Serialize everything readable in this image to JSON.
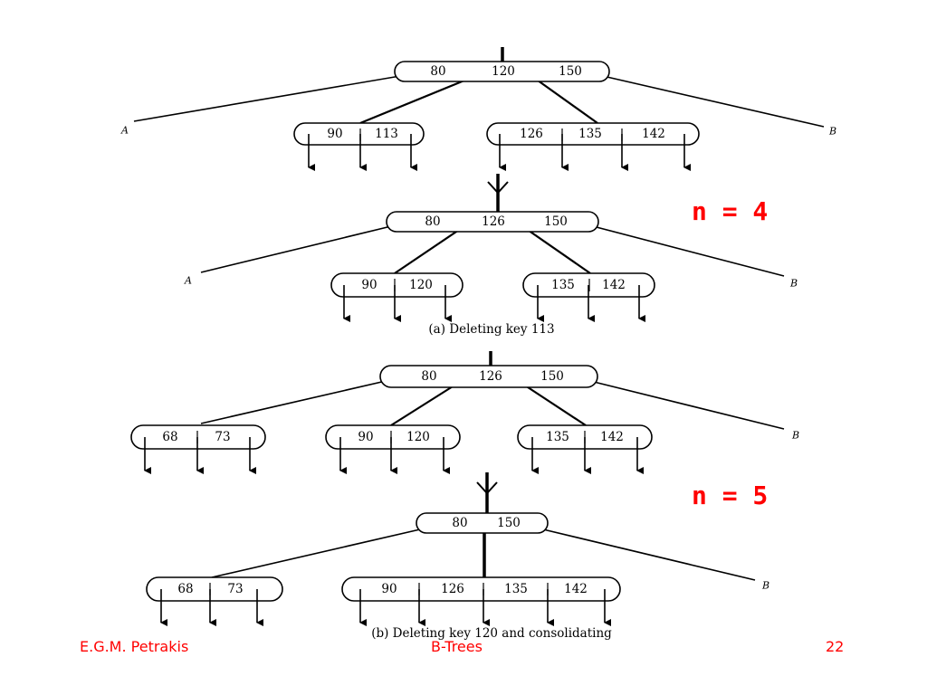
{
  "page": {
    "background": "#ffffff",
    "accent": "#ff0000"
  },
  "labels": {
    "n4": "n = 4",
    "n5": "n = 5"
  },
  "captions": {
    "a": "(a)  Deleting key 113",
    "b": "(b)  Deleting key 120 and consolidating"
  },
  "footer": {
    "author": "E.G.M. Petrakis",
    "title": "B-Trees",
    "page": "22"
  },
  "trees": {
    "t1": {
      "root": [
        "80",
        "120",
        "150"
      ],
      "left": [
        "90",
        "113"
      ],
      "right": [
        "126",
        "135",
        "142"
      ],
      "side_left": "A",
      "side_right": "B"
    },
    "t2": {
      "root": [
        "80",
        "126",
        "150"
      ],
      "left": [
        "90",
        "120"
      ],
      "right": [
        "135",
        "142"
      ],
      "side_left": "A",
      "side_right": "B"
    },
    "t3": {
      "root": [
        "80",
        "126",
        "150"
      ],
      "left": [
        "68",
        "73"
      ],
      "middle": [
        "90",
        "120"
      ],
      "right": [
        "135",
        "142"
      ],
      "side_right": "B"
    },
    "t4": {
      "root": [
        "80",
        "150"
      ],
      "left": [
        "68",
        "73"
      ],
      "right": [
        "90",
        "126",
        "135",
        "142"
      ],
      "side_right": "B"
    }
  }
}
